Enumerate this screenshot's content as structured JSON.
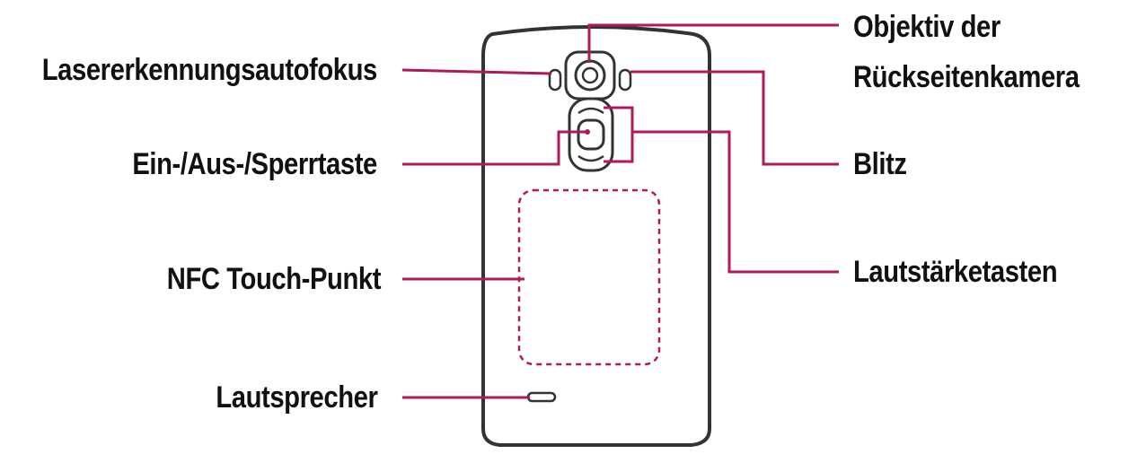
{
  "labels": {
    "laser_autofocus": "Lasererkennungsautofokus",
    "power_lock_key": "Ein-/Aus-/Sperrtaste",
    "nfc_touch_point": "NFC Touch-Punkt",
    "speaker": "Lautsprecher",
    "rear_camera_line1": "Objektiv der",
    "rear_camera_line2": "Rückseitenkamera",
    "flash": "Blitz",
    "volume_keys": "Lautstärketasten"
  },
  "colors": {
    "leader_line": "#b0195a",
    "device_outline": "#333333",
    "text": "#111111"
  }
}
